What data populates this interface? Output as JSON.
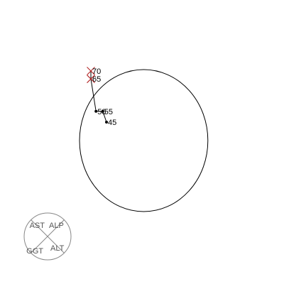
{
  "chart_data": {
    "type": "scatter",
    "title": "",
    "xlabel": "",
    "ylabel": "",
    "grid": false,
    "axes_visible": false,
    "ellipse": {
      "cx": 5.06,
      "cy": 5.05,
      "rx": 2.26,
      "ry": 2.5,
      "color": "#000000"
    },
    "path": {
      "color": "#000000",
      "points": [
        {
          "label": "45",
          "x": 3.75,
          "y": 5.7,
          "marker": "dot",
          "color": "#000000"
        },
        {
          "label": "55",
          "x": 3.62,
          "y": 6.08,
          "marker": "dot",
          "color": "#000000"
        },
        {
          "label": "50",
          "x": 3.38,
          "y": 6.08,
          "marker": "dot",
          "color": "#000000"
        },
        {
          "label": "65",
          "x": 3.2,
          "y": 7.22,
          "marker": "cross",
          "color": "#b22222"
        },
        {
          "label": "70",
          "x": 3.2,
          "y": 7.5,
          "marker": "cross",
          "color": "#b22222"
        }
      ]
    },
    "key": {
      "position": "bottom-left",
      "color": "#888888",
      "labels": [
        "AST",
        "ALP",
        "GGT",
        "ALT"
      ]
    }
  }
}
